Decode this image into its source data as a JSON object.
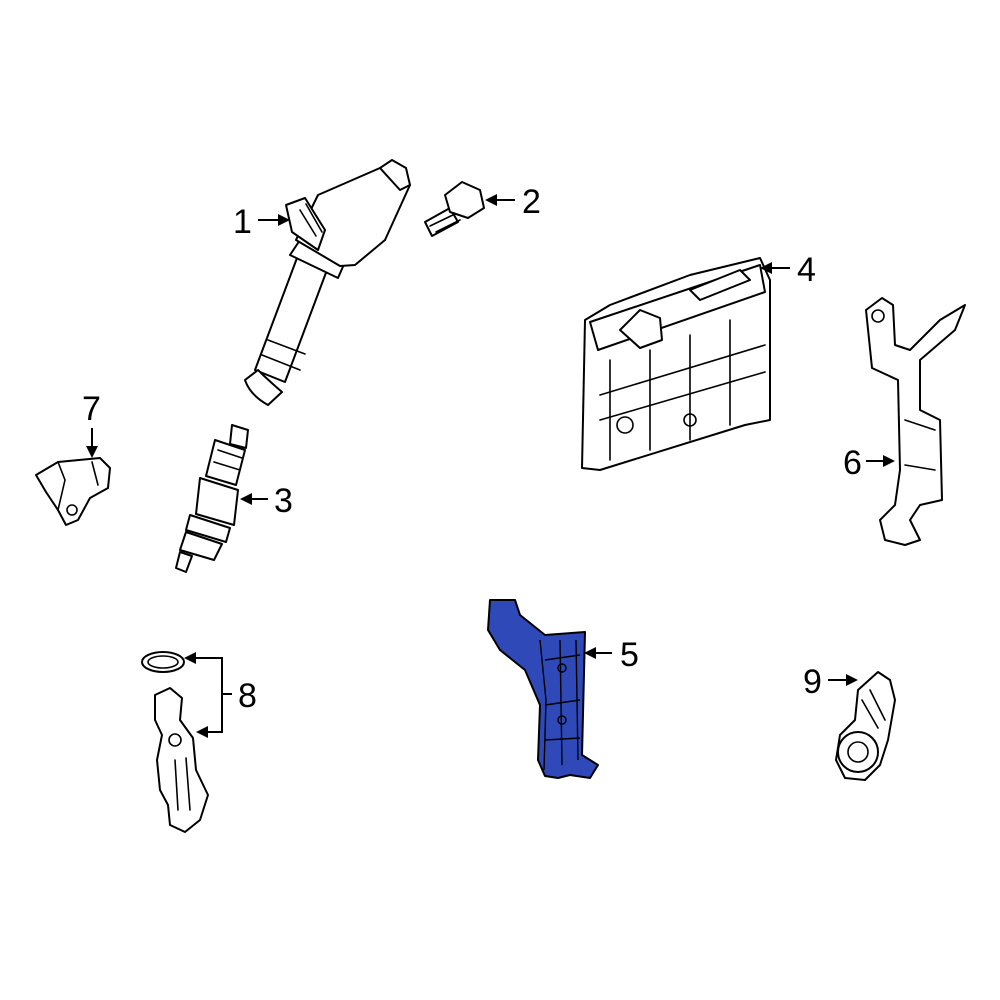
{
  "callouts": [
    {
      "id": "1",
      "label": "1"
    },
    {
      "id": "2",
      "label": "2"
    },
    {
      "id": "3",
      "label": "3"
    },
    {
      "id": "4",
      "label": "4"
    },
    {
      "id": "5",
      "label": "5"
    },
    {
      "id": "6",
      "label": "6"
    },
    {
      "id": "7",
      "label": "7"
    },
    {
      "id": "8",
      "label": "8"
    },
    {
      "id": "9",
      "label": "9"
    }
  ],
  "highlighted_part": "5",
  "colors": {
    "highlight": "#2f49b8",
    "line": "#000000",
    "background": "#ffffff"
  }
}
